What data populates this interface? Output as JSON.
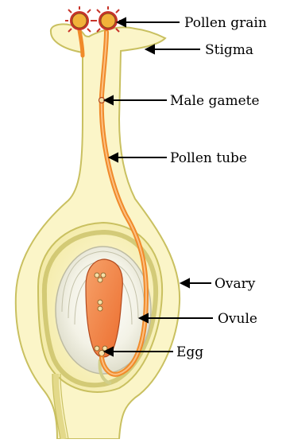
{
  "labels": {
    "pollen_grain": "Pollen grain",
    "stigma": "Stigma",
    "male_gamete": "Male gamete",
    "pollen_tube": "Pollen tube",
    "ovary": "Ovary",
    "ovule": "Ovule",
    "egg": "Egg"
  },
  "colors": {
    "pistil_fill": "#fbf5c8",
    "pistil_outline": "#c9c060",
    "ovary_inner_ring": "#b6ad45",
    "ovule_fill": "#e9e9dc",
    "pollen_tube": "#f08a2a",
    "pollen_grain": "#f2b23a",
    "pollen_spikes": "#c8342a",
    "egg_apparatus": "#f07a3f",
    "leader_line": "#000000"
  }
}
